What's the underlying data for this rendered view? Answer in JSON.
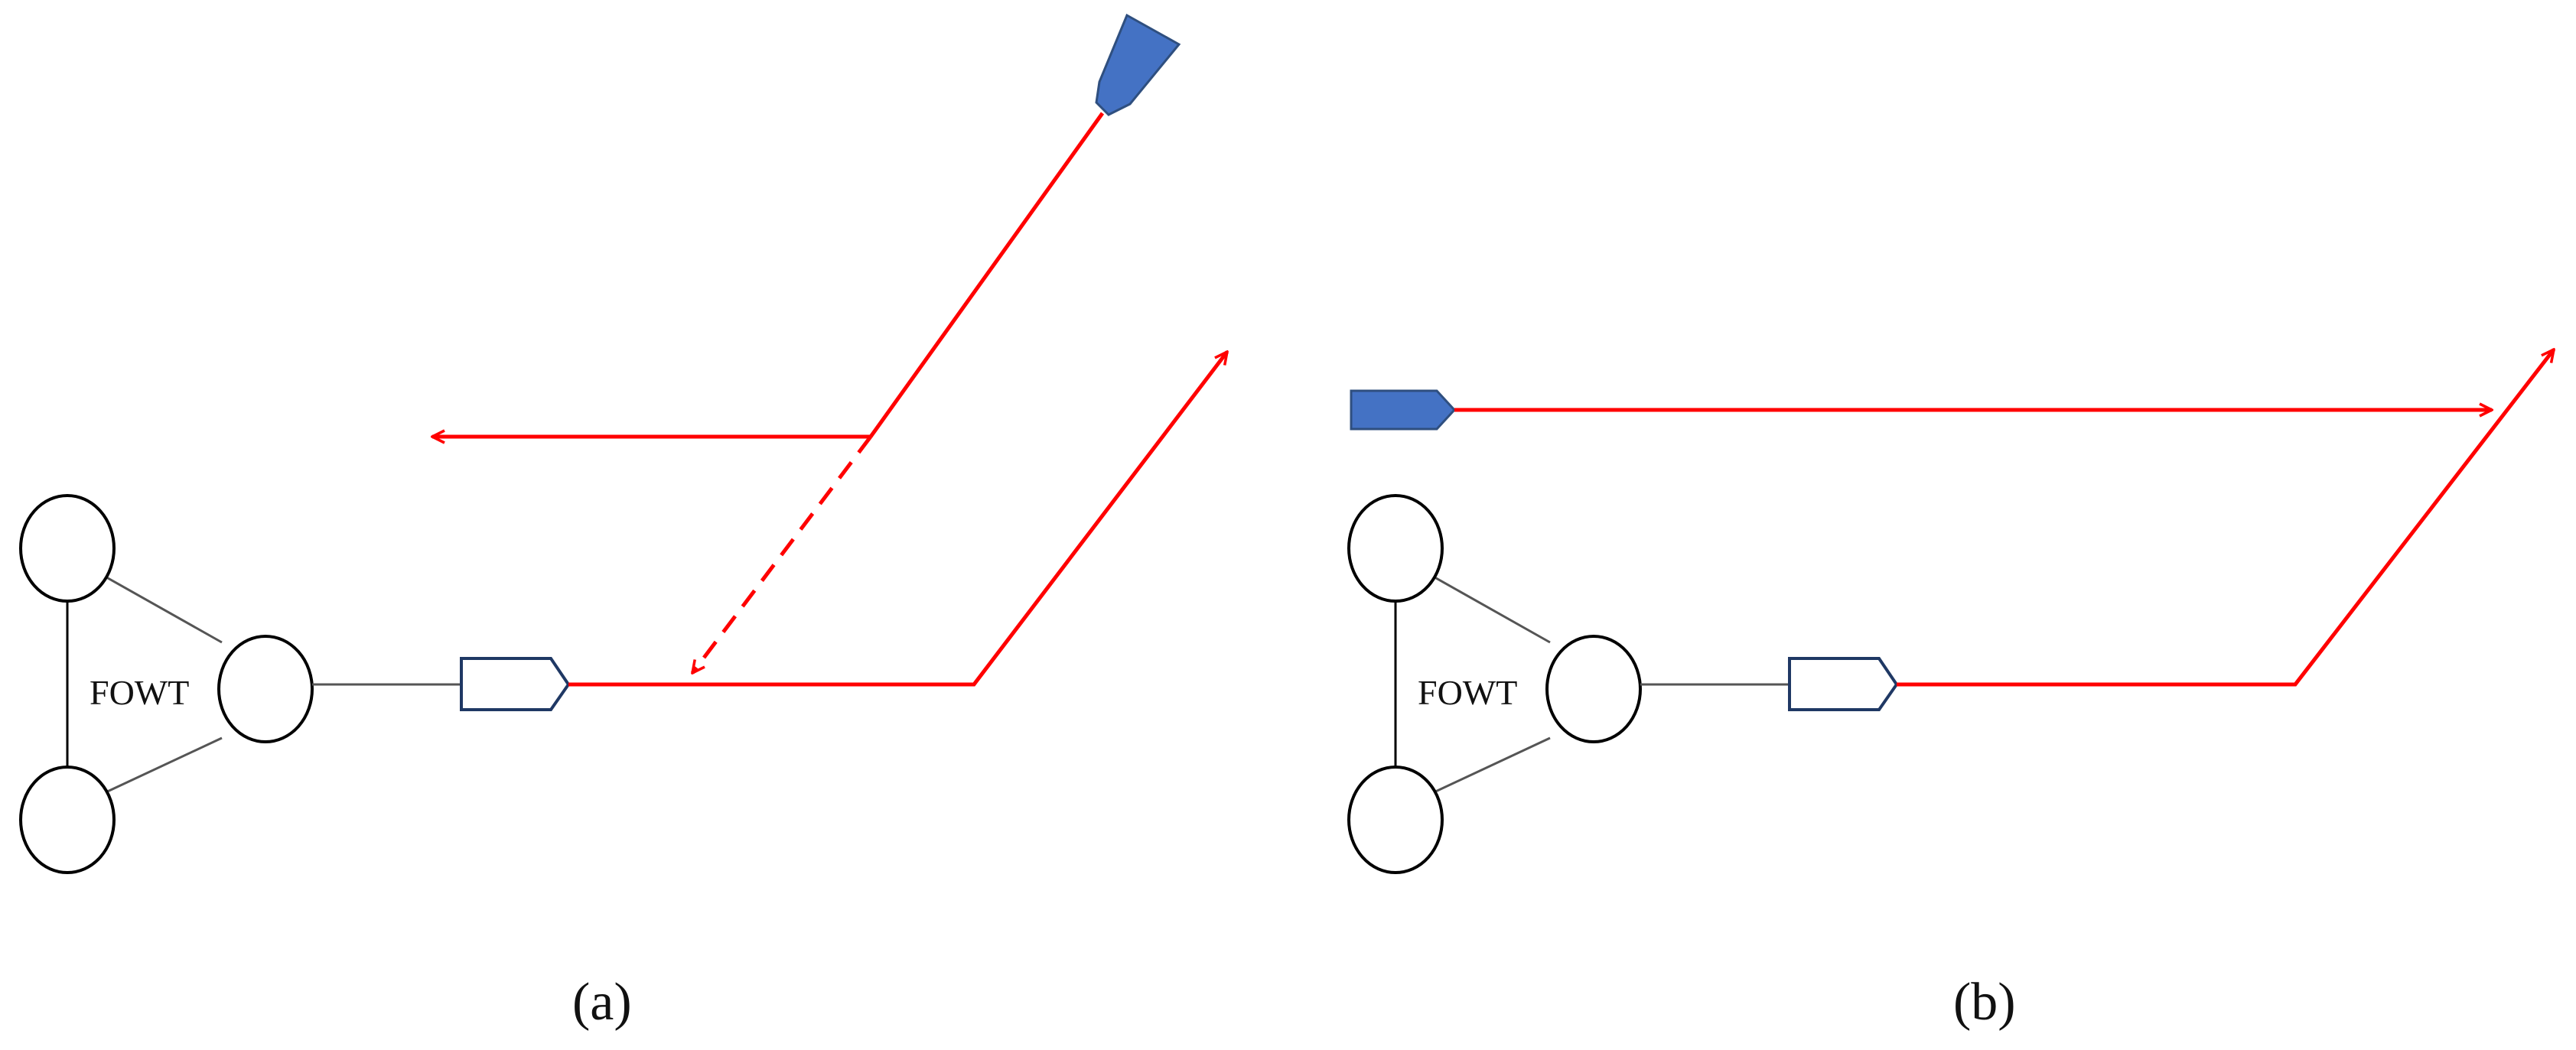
{
  "colors": {
    "track": "#ff0000",
    "vessel_fill": "#4472c4",
    "vessel_outline": "#2f4f7f",
    "outline": "#000000",
    "mooring_line": "#555555",
    "background": "#ffffff"
  },
  "panels": [
    {
      "id": "a",
      "fowt_label": "FOWT",
      "caption": "(a)",
      "scenario": "approaching vessel on crossing course; track turns away, dashed predicted path toward the moored vessel"
    },
    {
      "id": "b",
      "fowt_label": "FOWT",
      "caption": "(b)",
      "scenario": "vessel on parallel course; moored vessel track turns up to meet its path"
    }
  ],
  "icons": [
    "buoy-circle-icon",
    "vessel-icon",
    "arrowhead-icon"
  ]
}
